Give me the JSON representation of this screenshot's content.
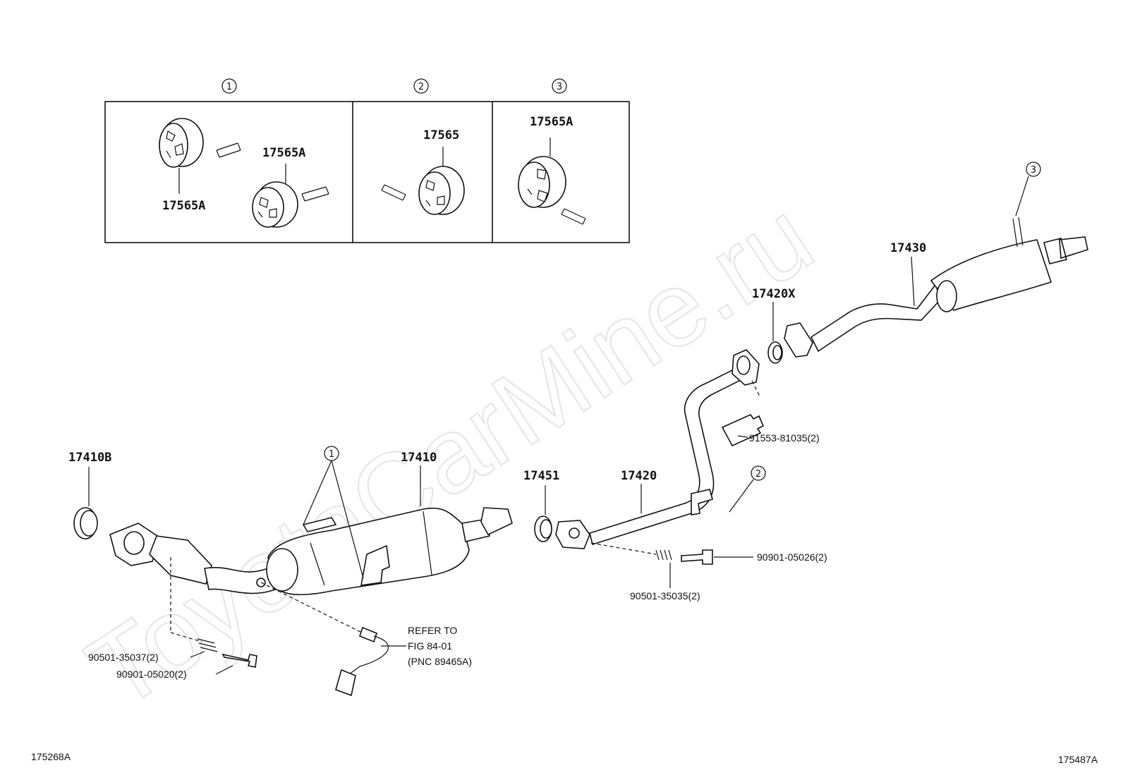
{
  "watermark": "ToyotaCarMine.ru",
  "diagram_code_left": "175268A",
  "diagram_code_right": "175487A",
  "inset_panels": [
    {
      "marker": "1",
      "labels": [
        "17565A",
        "17565A"
      ]
    },
    {
      "marker": "2",
      "labels": [
        "17565"
      ]
    },
    {
      "marker": "3",
      "labels": [
        "17565A"
      ]
    }
  ],
  "parts": {
    "gasket_front": "17410B",
    "converter": "17410",
    "gasket_center": "17451",
    "center_pipe": "17420",
    "gasket_rear": "17420X",
    "tail_pipe": "17430"
  },
  "fasteners": {
    "bolt_rear": "91553-81035(2)",
    "bolt_center": "90901-05026(2)",
    "spring_center": "90501-35035(2)",
    "spring_front": "90501-35037(2)",
    "bolt_front": "90901-05020(2)"
  },
  "callouts": {
    "converter_hangers": "1",
    "center_pipe_hanger": "2",
    "tail_pipe_hanger": "3"
  },
  "sensor_refer": [
    "REFER TO",
    "FIG 84-01",
    "(PNC 89465A)"
  ]
}
